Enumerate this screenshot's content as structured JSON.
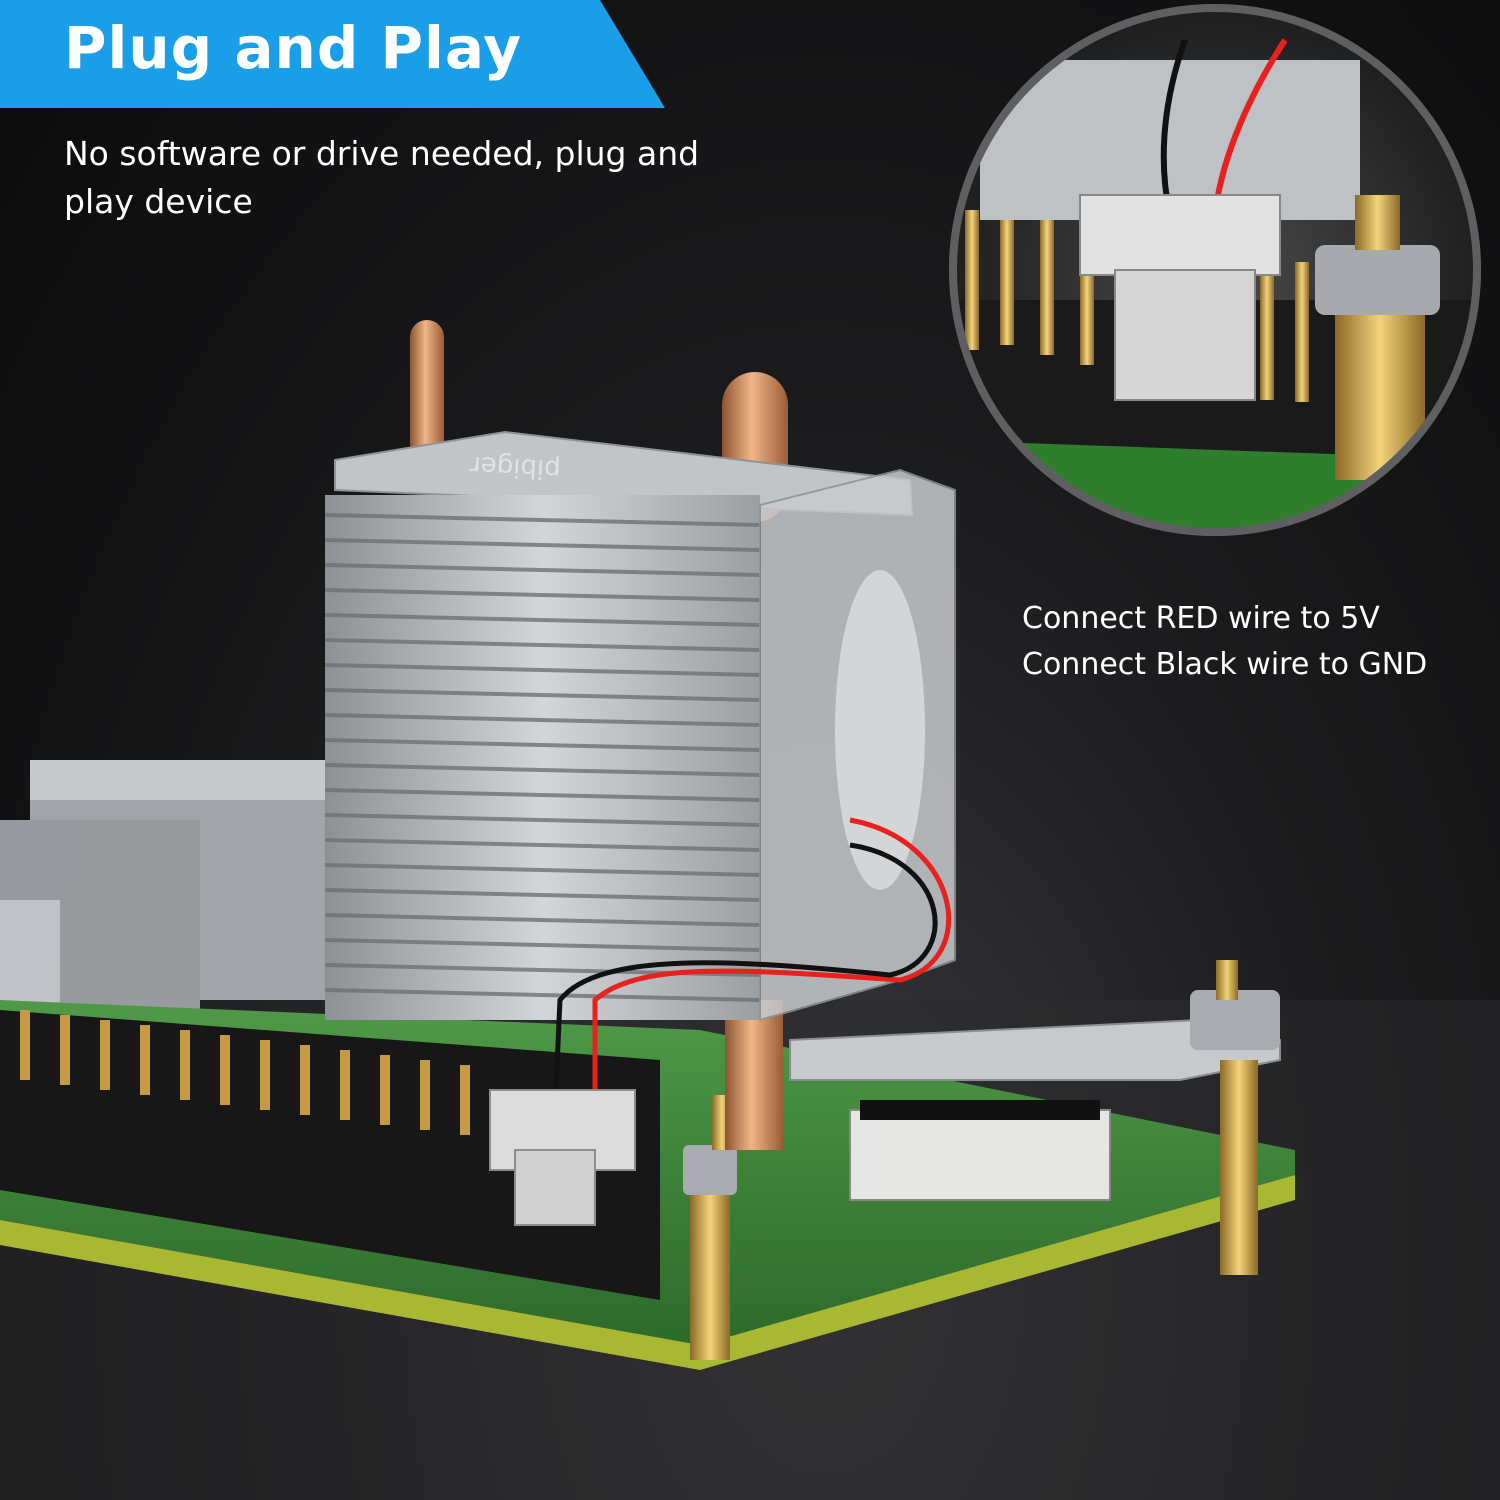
{
  "banner": {
    "title": "Plug and Play"
  },
  "subtitle": {
    "text": "No software or drive needed, plug and play device"
  },
  "wiring_note": {
    "line1": "Connect RED wire to 5V",
    "line2": "Connect Black wire to GND"
  },
  "heatsink": {
    "logo": "pibiger"
  },
  "colors": {
    "accent": "#1a9ee8",
    "wire_red": "#e8201e",
    "wire_black": "#111111",
    "pcb_green": "#3f8a3a",
    "aluminum": "#b9bcc0",
    "copper": "#c98a5a",
    "brass": "#d7b25a"
  }
}
